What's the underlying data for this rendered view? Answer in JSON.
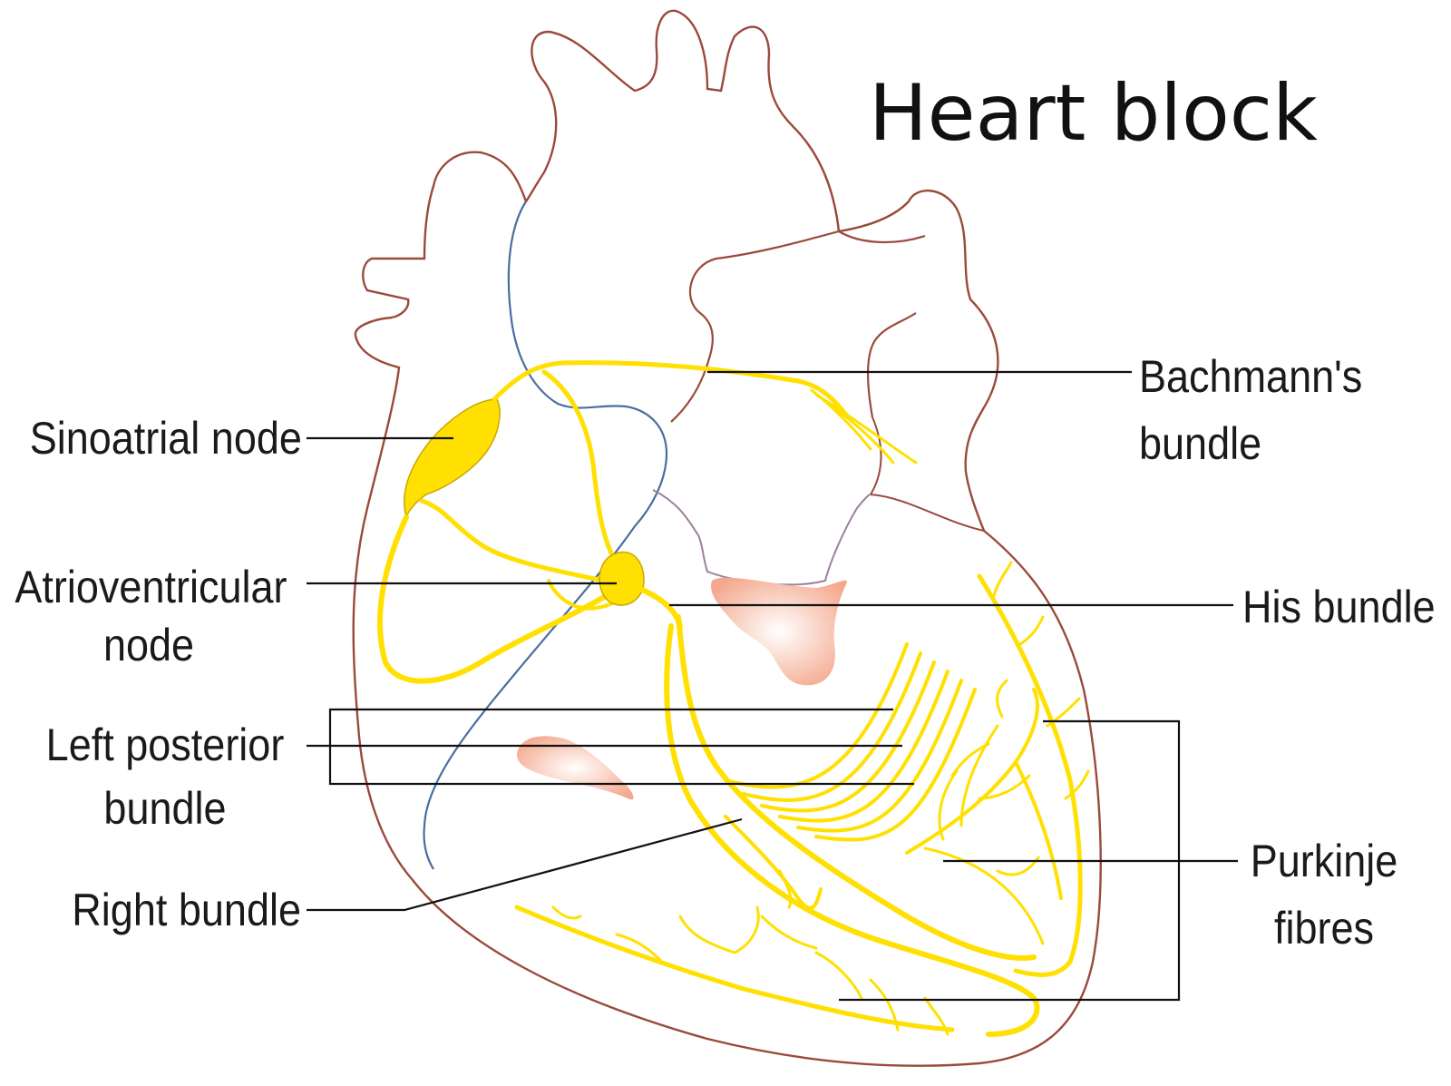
{
  "title": "Heart block",
  "labels": {
    "sinoatrial": "Sinoatrial node",
    "atrioventricular_1": "Atrioventricular",
    "atrioventricular_2": "node",
    "left_posterior_1": "Left posterior",
    "left_posterior_2": "bundle",
    "right_bundle": "Right bundle",
    "bachmann_1": "Bachmann's",
    "bachmann_2": "bundle",
    "his_bundle": "His bundle",
    "purkinje_1": "Purkinje",
    "purkinje_2": "fibres"
  },
  "colors": {
    "heart_outline": "#9a4a3c",
    "vein": "#4a6ea0",
    "conduction": "#ffe000",
    "conduction_edge": "#b8a100",
    "valve": "#f6b9a0",
    "leader": "#111111"
  }
}
